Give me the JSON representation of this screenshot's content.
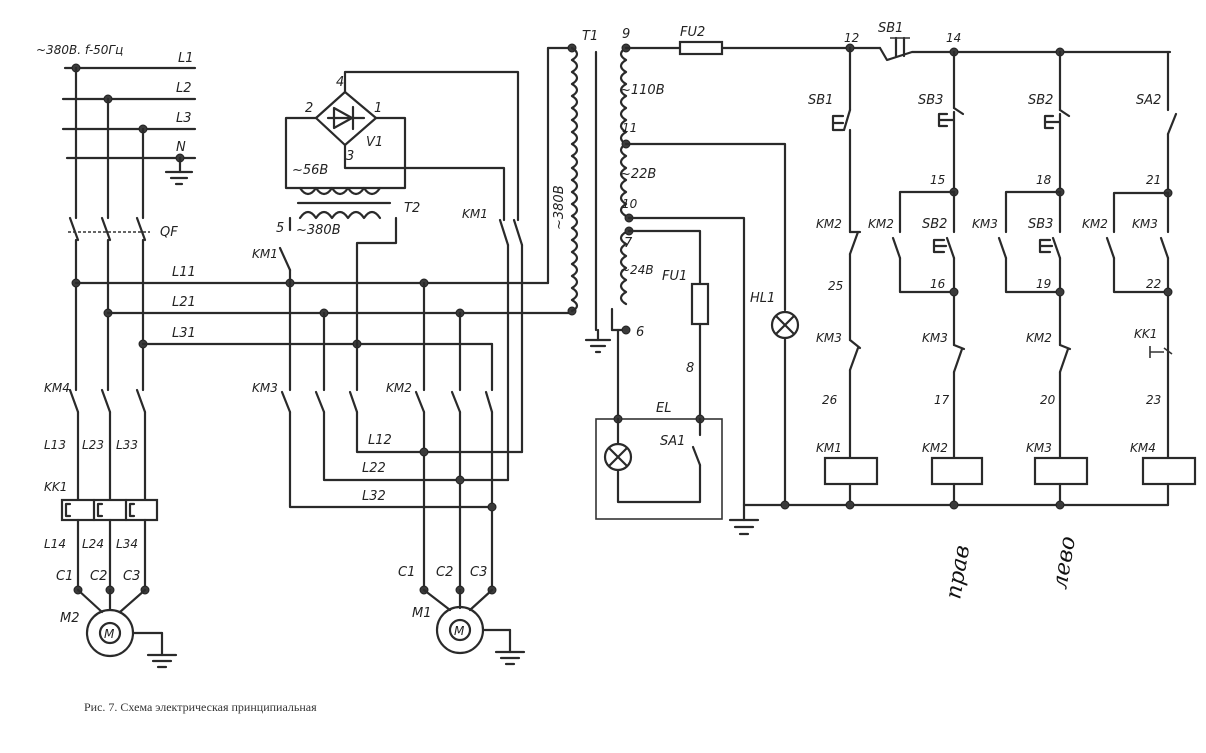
{
  "supply": {
    "label": "~380В. f-50Гц",
    "phases": [
      "L1",
      "L2",
      "L3",
      "N"
    ]
  },
  "breaker": {
    "label": "QF"
  },
  "bridge": {
    "label": "V1",
    "nodes": [
      "4",
      "2",
      "1",
      "3"
    ],
    "voltage": "~56В"
  },
  "t2": {
    "label": "T2",
    "primary": "~380В",
    "node": "5"
  },
  "t1": {
    "label": "T1",
    "primary": "~380В",
    "taps": [
      "9",
      "11",
      "10",
      "7",
      "6"
    ],
    "v110": "~110В",
    "v22": "~22В",
    "v24": "~24В"
  },
  "fuses": {
    "fu1": "FU1",
    "fu2": "FU2",
    "fu1_node": "8"
  },
  "lamps": {
    "hl1": "HL1",
    "el": "EL",
    "sa1": "SA1"
  },
  "power_lines": {
    "l11": "L11",
    "l21": "L21",
    "l31": "L31",
    "l12": "L12",
    "l22": "L22",
    "l32": "L32",
    "l13": "L13",
    "l23": "L23",
    "l33": "L33",
    "l14": "L14",
    "l24": "L24",
    "l34": "L34"
  },
  "contactors": {
    "km1": "KM1",
    "km2": "KM2",
    "km3": "KM3",
    "km4": "KM4",
    "kk1": "KK1"
  },
  "motors": {
    "m1": {
      "label": "M1",
      "terminals": [
        "C1",
        "C2",
        "C3"
      ],
      "symbol": "M"
    },
    "m2": {
      "label": "M2",
      "terminals": [
        "C1",
        "C2",
        "C3"
      ],
      "symbol": "M"
    }
  },
  "control": {
    "nodes": [
      "12",
      "14",
      "15",
      "16",
      "18",
      "19",
      "21",
      "22",
      "25",
      "26",
      "17",
      "20",
      "23"
    ],
    "sb1": "SB1",
    "sb2": "SB2",
    "sb3": "SB3",
    "sa2": "SA2",
    "kk1": "KK1"
  },
  "handwritten": {
    "right": "прав",
    "left": "лево"
  },
  "caption": "Рис. 7. Схема электрическая принципиальная"
}
